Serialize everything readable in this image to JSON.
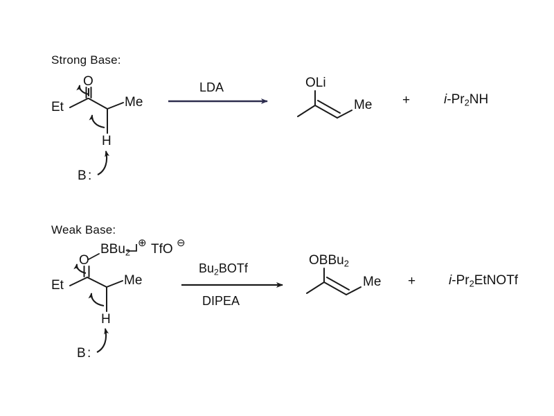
{
  "figure": {
    "background_color": "#ffffff",
    "bond_color": "#1a1a1a",
    "arrow_color_top": "#2c2c4e",
    "arrow_color_bottom": "#1a1a1a",
    "text_color": "#111111"
  },
  "schemes": [
    {
      "id": "strong-base",
      "title": "Strong Base:",
      "substrate": {
        "labels": {
          "carbonyl_oxygen": "O",
          "ethyl": "Et",
          "methyl": "Me",
          "alpha_hydrogen": "H",
          "base": "B",
          "base_lone_pair": ":"
        }
      },
      "reagent_above": "LDA",
      "reagent_below": "",
      "product": {
        "labels": {
          "enolate_oxygen_group": "OLi",
          "methyl": "Me"
        }
      },
      "plus": "+",
      "byproduct": {
        "italic_prefix": "i",
        "dash": "-",
        "body_1": "Pr",
        "subscript": "2",
        "body_2": "NH",
        "full": "i-Pr2NH"
      }
    },
    {
      "id": "weak-base",
      "title": "Weak Base:",
      "substrate": {
        "labels": {
          "carbonyl_oxygen": "O",
          "boron_group_body": "BBu",
          "boron_group_subscript": "2",
          "boron_group_full": "BBu2",
          "cation_charge": "⊕",
          "counterion_body": "TfO",
          "anion_charge": "⊖",
          "ethyl": "Et",
          "methyl": "Me",
          "alpha_hydrogen": "H",
          "base": "B",
          "base_lone_pair": ":"
        }
      },
      "reagent_above_body_1": "Bu",
      "reagent_above_subscript": "2",
      "reagent_above_body_2": "BOTf",
      "reagent_above_full": "Bu2BOTf",
      "reagent_below": "DIPEA",
      "product": {
        "labels": {
          "enol_oxygen_group_body": "OBBu",
          "enol_oxygen_group_subscript": "2",
          "enol_oxygen_group_full": "OBBu2",
          "methyl": "Me"
        }
      },
      "plus": "+",
      "byproduct": {
        "italic_prefix": "i",
        "dash": "-",
        "body_1": "Pr",
        "subscript": "2",
        "body_2": "EtNOTf",
        "full": "i-Pr2EtNOTf"
      }
    }
  ]
}
